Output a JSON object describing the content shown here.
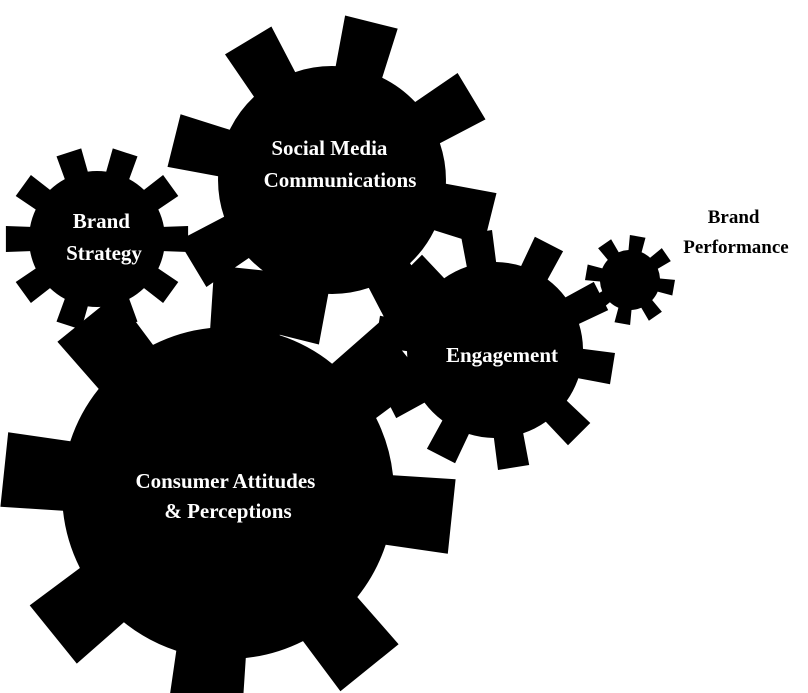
{
  "diagram": {
    "gears": [
      {
        "id": "brand-strategy",
        "lines": [
          "Brand",
          "Strategy"
        ],
        "fill": "#000000",
        "label_color": "#ffffff",
        "teeth": 10
      },
      {
        "id": "social-media",
        "lines": [
          "Social Media",
          "Communications"
        ],
        "fill": "#000000",
        "label_color": "#ffffff",
        "teeth": 8
      },
      {
        "id": "engagement",
        "lines": [
          "Engagement"
        ],
        "fill": "#000000",
        "label_color": "#ffffff",
        "teeth": 10
      },
      {
        "id": "brand-performance",
        "lines": [
          "Brand",
          "Performance"
        ],
        "fill": "#000000",
        "label_color": "#000000",
        "teeth": 8
      },
      {
        "id": "consumer-attitudes",
        "lines": [
          "Consumer Attitudes",
          "& Perceptions"
        ],
        "fill": "#000000",
        "label_color": "#ffffff",
        "teeth": 8
      }
    ]
  }
}
